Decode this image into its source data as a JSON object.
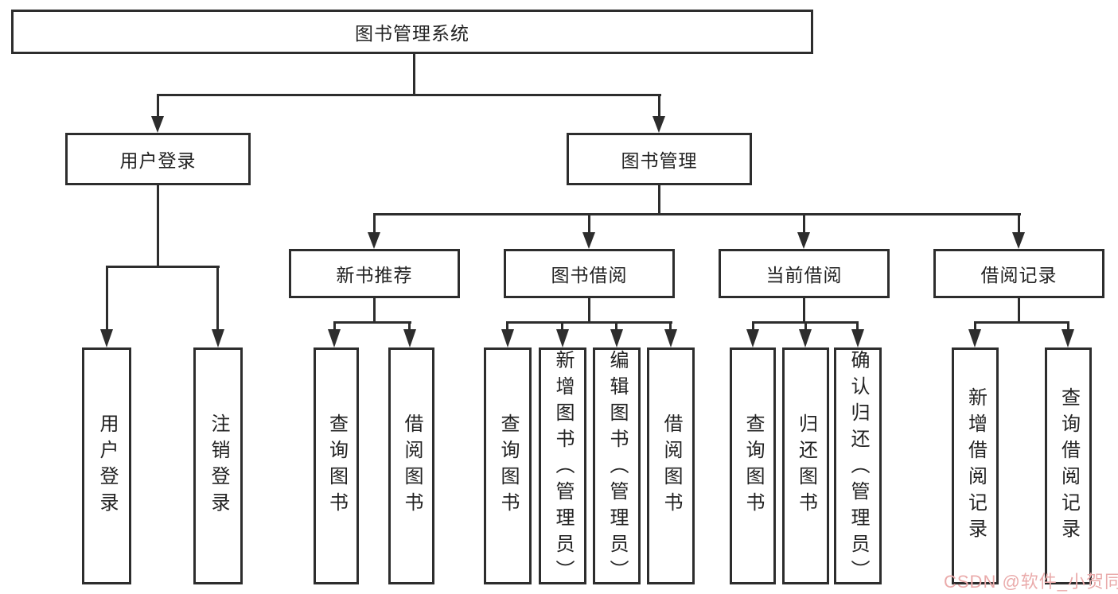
{
  "tree": {
    "root": "图书管理系统",
    "branches": [
      {
        "label": "用户登录",
        "children": [
          "用户登录",
          "注销登录"
        ]
      },
      {
        "label": "图书管理",
        "children": [
          {
            "label": "新书推荐",
            "children": [
              "查询图书",
              "借阅图书"
            ]
          },
          {
            "label": "图书借阅",
            "children": [
              "查询图书",
              "新增图书（管理员）",
              "编辑图书（管理员）",
              "借阅图书"
            ]
          },
          {
            "label": "当前借阅",
            "children": [
              "查询图书",
              "归还图书",
              "确认归还（管理员）"
            ]
          },
          {
            "label": "借阅记录",
            "children": [
              "新增借阅记录",
              "查询借阅记录"
            ]
          }
        ]
      }
    ]
  },
  "watermark": {
    "text": "CSDN @软件_小贺同学",
    "color": "#eaabab"
  },
  "colors": {
    "line": "#2d2d2d",
    "text": "#222222",
    "box_background": "#ffffff",
    "page_background": "#ffffff"
  }
}
